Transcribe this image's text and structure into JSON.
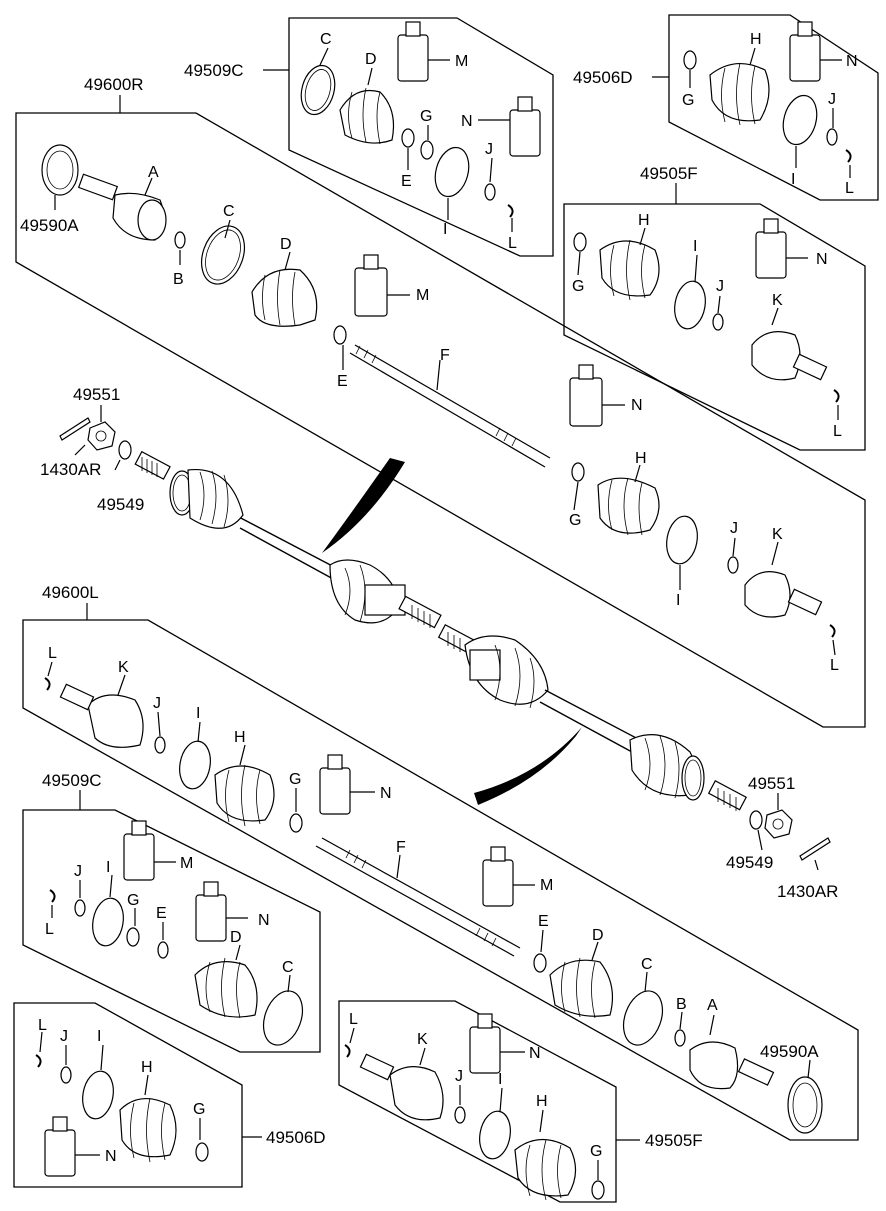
{
  "group_labels": {
    "r_assembly": "49600R",
    "l_assembly": "49600L",
    "kit_509c_top": "49509C",
    "kit_506d_top": "49506D",
    "kit_505f_top": "49505F",
    "kit_509c_bot": "49509C",
    "kit_506d_bot": "49506D",
    "kit_505f_bot": "49505F"
  },
  "part_numbers": {
    "tone_ring_top": "49590A",
    "tone_ring_bot": "49590A",
    "nut_top": "49551",
    "nut_bot": "49551",
    "washer_top": "49549",
    "washer_bot": "49549",
    "pin_top": "1430AR",
    "pin_bot": "1430AR"
  },
  "letters": {
    "A": "A",
    "B": "B",
    "C": "C",
    "D": "D",
    "E": "E",
    "F": "F",
    "G": "G",
    "H": "H",
    "I": "I",
    "J": "J",
    "K": "K",
    "L": "L",
    "M": "M",
    "N": "N"
  }
}
